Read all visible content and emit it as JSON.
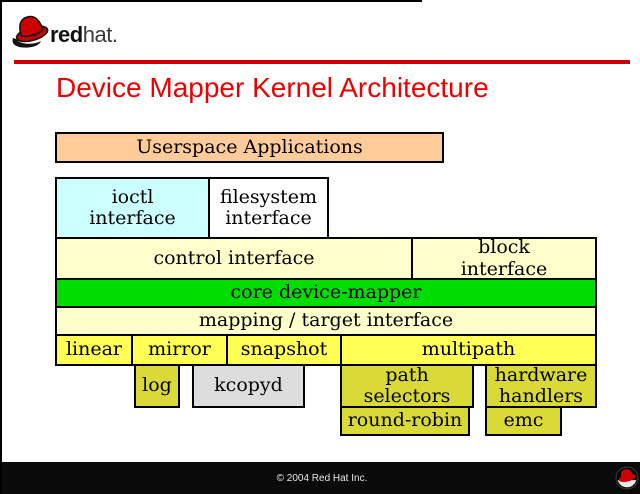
{
  "header": {
    "brand_bold": "red",
    "brand_regular": "hat",
    "brand_period": ".",
    "rule_color": "#cc0000"
  },
  "title": {
    "text": "Device Mapper Kernel Architecture",
    "color": "#ee0000"
  },
  "diagram": {
    "boxes": [
      {
        "id": "userspace",
        "label": "Userspace Applications",
        "color": "#ffcc99"
      },
      {
        "id": "ioctl",
        "label": "ioctl\ninterface",
        "color": "#ccffff"
      },
      {
        "id": "filesystem",
        "label": "filesystem\ninterface",
        "color": "#ffffff"
      },
      {
        "id": "control",
        "label": "control interface",
        "color": "#ffffcc"
      },
      {
        "id": "block",
        "label": "block\ninterface",
        "color": "#ffffcc"
      },
      {
        "id": "core",
        "label": "core device-mapper",
        "color": "#00dd00"
      },
      {
        "id": "mapping",
        "label": "mapping / target interface",
        "color": "#ffffcc"
      },
      {
        "id": "linear",
        "label": "linear",
        "color": "#ffff55"
      },
      {
        "id": "mirror",
        "label": "mirror",
        "color": "#ffff55"
      },
      {
        "id": "snapshot",
        "label": "snapshot",
        "color": "#ffff55"
      },
      {
        "id": "multipath",
        "label": "multipath",
        "color": "#ffff55"
      },
      {
        "id": "log",
        "label": "log",
        "color": "#d9d938"
      },
      {
        "id": "kcopyd",
        "label": "kcopyd",
        "color": "#dddddd"
      },
      {
        "id": "path_selectors",
        "label": "path\nselectors",
        "color": "#d9d938"
      },
      {
        "id": "hardware_handlers",
        "label": "hardware\nhandlers",
        "color": "#d9d938"
      },
      {
        "id": "round_robin",
        "label": "round-robin",
        "color": "#d9d938"
      },
      {
        "id": "emc",
        "label": "emc",
        "color": "#d9d938"
      }
    ]
  },
  "footer": {
    "copyright": "© 2004 Red Hat Inc."
  },
  "icons": {
    "brand_logo": "redhat-fedora-logo",
    "footer_badge": "redhat-shadowman-badge"
  }
}
